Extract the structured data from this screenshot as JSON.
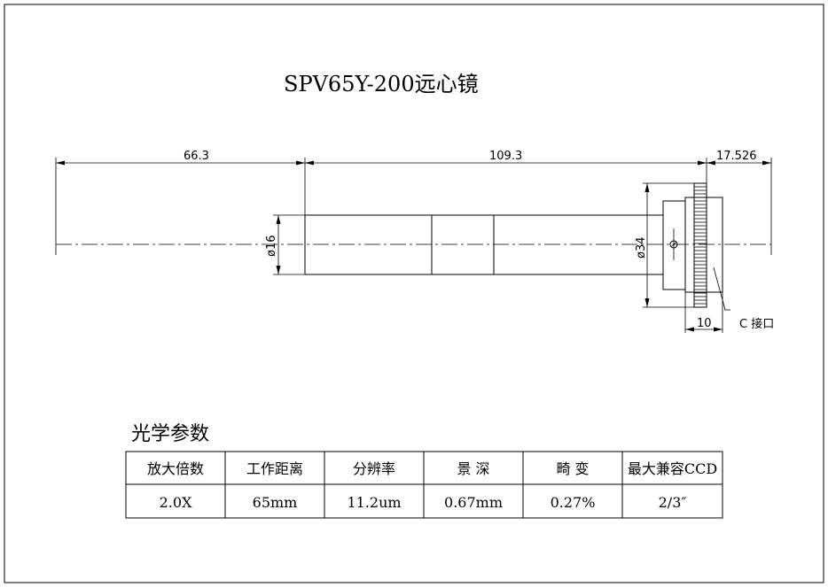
{
  "title": "SPV65Y-200远心镜",
  "dimensions": {
    "left_length": "66.3",
    "middle_length": "109.3",
    "right_length": "17.526",
    "tube_diameter": "ø16",
    "mount_diameter": "ø34",
    "mount_width": "10"
  },
  "callout": {
    "mount_label": "C 接口"
  },
  "specs": {
    "heading": "光学参数",
    "headers": [
      "放大倍数",
      "工作距离",
      "分辨率",
      "景 深",
      "畸 变",
      "最大兼容CCD"
    ],
    "values": [
      "2.0X",
      "65mm",
      "11.2um",
      "0.67mm",
      "0.27%",
      "2/3″"
    ]
  }
}
